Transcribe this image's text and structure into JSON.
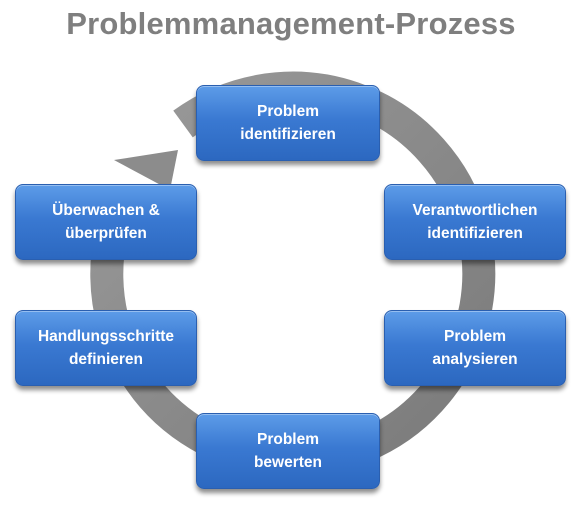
{
  "title": "Problemmanagement-Prozess",
  "steps": [
    {
      "line1": "Problem",
      "line2": "identifizieren"
    },
    {
      "line1": "Verantwortlichen",
      "line2": "identifizieren"
    },
    {
      "line1": "Problem",
      "line2": "analysieren"
    },
    {
      "line1": "Problem",
      "line2": "bewerten"
    },
    {
      "line1": "Handlungsschritte",
      "line2": "definieren"
    },
    {
      "line1": "Überwachen &",
      "line2": "überprüfen"
    }
  ],
  "colors": {
    "title": "#7f7f7f",
    "box_top": "#5d9ce8",
    "box_bottom": "#2c68c0",
    "arrow": "#8c8c8c"
  }
}
